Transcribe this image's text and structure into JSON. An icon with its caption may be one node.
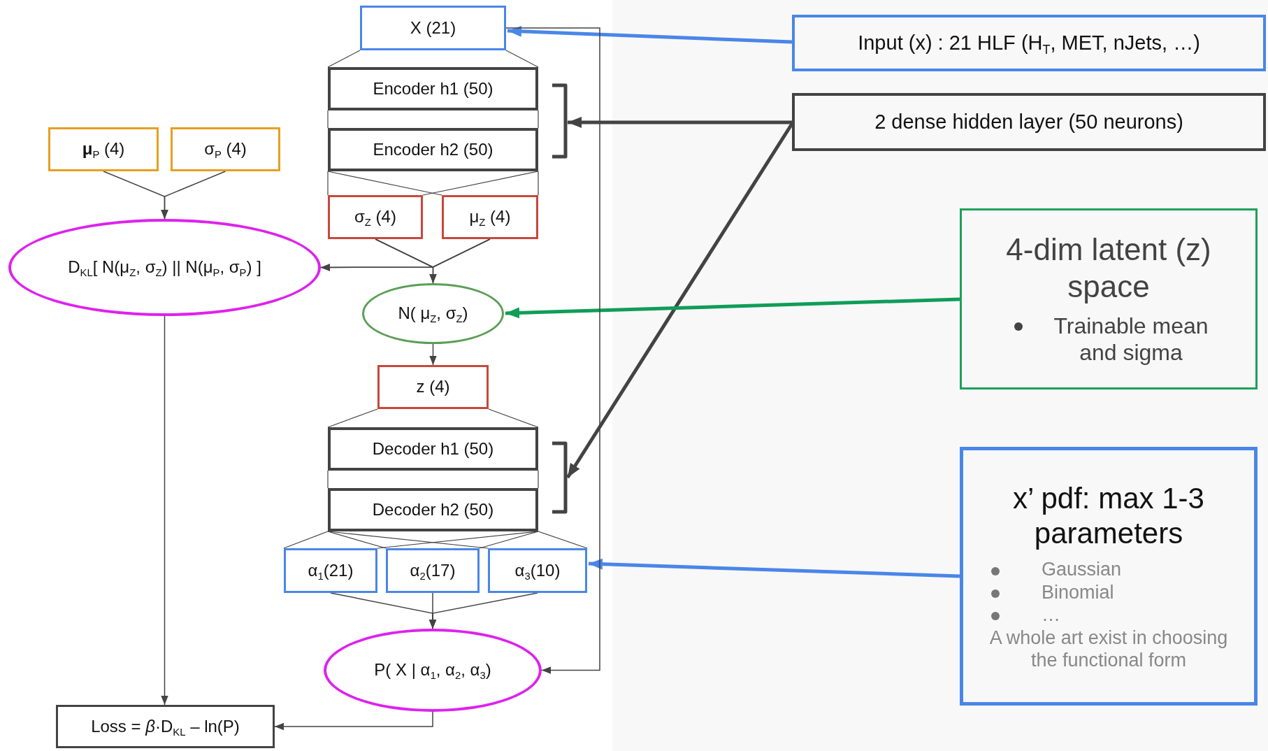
{
  "diagram": {
    "nodes": [
      {
        "text": [
          "X (21)"
        ]
      },
      {
        "text": [
          "Encoder h1 (50)"
        ]
      },
      {
        "text": [
          "Encoder h2 (50)"
        ]
      },
      {
        "text": [
          "**μ**$_{P}$ (4)"
        ]
      },
      {
        "text": [
          "σ$_{P}$ (4)"
        ]
      },
      {
        "text": [
          "σ$_{Z}$ (4)"
        ]
      },
      {
        "text": [
          "μ$_{Z}$ (4)"
        ]
      },
      {
        "text": [
          "D$_{KL}$[ N(μ$_{Z}$, σ$_{Z}$) || N(μ$_{P}$, σ$_{P}$) ]"
        ]
      },
      {
        "text": [
          "N( μ$_{Z}$, σ$_{Z}$)"
        ]
      },
      {
        "text": [
          "z (4)"
        ]
      },
      {
        "text": [
          "Decoder h1 (50)"
        ]
      },
      {
        "text": [
          "Decoder h2 (50)"
        ]
      },
      {
        "text": [
          "α$_{1}$(21)"
        ]
      },
      {
        "text": [
          "α$_{2}$(17)"
        ]
      },
      {
        "text": [
          "α$_{3}$(10)"
        ]
      },
      {
        "text": [
          "P( X | α$_{1}$, α$_{2}$, α$_{3}$)"
        ]
      },
      {
        "text": [
          "Loss = *β*·D$_{KL}$ – ln(P)"
        ]
      },
      {
        "text": [
          "Input (x) : 21 HLF (H$_{T}$, MET, nJets, …)"
        ]
      },
      {
        "text": [
          "2 dense hidden layer (50 neurons)"
        ]
      },
      {
        "text": [
          "4-dim latent (z) space",
          "Trainable mean and sigma"
        ]
      },
      {
        "text": [
          "x’ pdf: max 1-3 parameters",
          "Gaussian",
          "Binomial",
          "…",
          "A whole art exist in choosing the functional form"
        ]
      },
      {
        "text": [],
        "shape": "bracket"
      },
      {
        "text": [],
        "shape": "bracket"
      }
    ],
    "edges": [
      {
        "from": 17,
        "to": 0,
        "arrow": "to",
        "style": "thick",
        "color": "#4a86e8"
      },
      {
        "from": 18,
        "to": 21,
        "arrow": "to",
        "style": "thick"
      },
      {
        "from": 18,
        "to": 22,
        "arrow": "to",
        "style": "thick"
      },
      {
        "from": 19,
        "to": 8,
        "arrow": "to",
        "style": "thick",
        "color": "#0f9d58"
      },
      {
        "from": 20,
        "to": 14,
        "arrow": "to",
        "style": "thick",
        "color": "#4a86e8"
      },
      {
        "from": 0,
        "to": 1,
        "arrow": "none"
      },
      {
        "from": 1,
        "to": 2,
        "arrow": "none"
      },
      {
        "from": 2,
        "to": 5,
        "arrow": "none"
      },
      {
        "from": 2,
        "to": 6,
        "arrow": "none"
      },
      {
        "from": 3,
        "to": 7,
        "arrow": "to"
      },
      {
        "from": 4,
        "to": 7,
        "arrow": "to"
      },
      {
        "from": 5,
        "to": 8,
        "arrow": "to"
      },
      {
        "from": 6,
        "to": 8,
        "arrow": "to"
      },
      {
        "from": 5,
        "to": 7,
        "arrow": "to"
      },
      {
        "from": 6,
        "to": 7,
        "arrow": "to"
      },
      {
        "from": 8,
        "to": 9,
        "arrow": "to"
      },
      {
        "from": 9,
        "to": 10,
        "arrow": "none"
      },
      {
        "from": 10,
        "to": 11,
        "arrow": "none"
      },
      {
        "from": 11,
        "to": 12,
        "arrow": "none"
      },
      {
        "from": 11,
        "to": 13,
        "arrow": "none"
      },
      {
        "from": 11,
        "to": 14,
        "arrow": "none"
      },
      {
        "from": 12,
        "to": 15,
        "arrow": "to"
      },
      {
        "from": 13,
        "to": 15,
        "arrow": "to"
      },
      {
        "from": 14,
        "to": 15,
        "arrow": "to"
      },
      {
        "from": 0,
        "to": 15,
        "arrow": "to"
      },
      {
        "from": 7,
        "to": 16,
        "arrow": "to"
      },
      {
        "from": 15,
        "to": 16,
        "arrow": "to"
      },
      {
        "from": 0,
        "to": 1,
        "arrow": "none"
      },
      {
        "from": 1,
        "to": 2,
        "arrow": "none"
      },
      {
        "from": 2,
        "to": 5,
        "arrow": "none"
      },
      {
        "from": 2,
        "to": 6,
        "arrow": "none"
      },
      {
        "from": 9,
        "to": 10,
        "arrow": "none"
      },
      {
        "from": 10,
        "to": 11,
        "arrow": "none"
      },
      {
        "from": 11,
        "to": 12,
        "arrow": "none"
      },
      {
        "from": 11,
        "to": 13,
        "arrow": "none"
      },
      {
        "from": 11,
        "to": 14,
        "arrow": "none"
      }
    ]
  }
}
